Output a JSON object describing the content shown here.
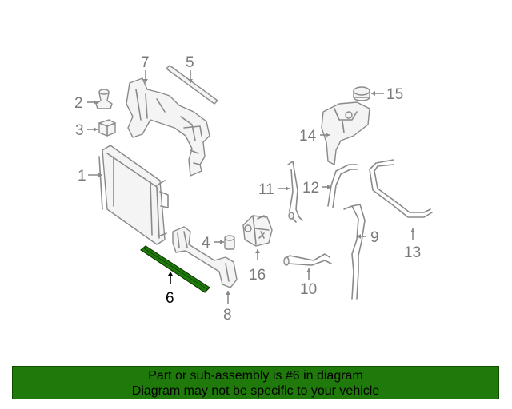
{
  "diagram": {
    "highlight_color": "#1f7a0b",
    "callouts": {
      "c1": "1",
      "c2": "2",
      "c3": "3",
      "c4": "4",
      "c5": "5",
      "c6": "6",
      "c7": "7",
      "c8": "8",
      "c9": "9",
      "c10": "10",
      "c11": "11",
      "c12": "12",
      "c13": "13",
      "c14": "14",
      "c15": "15",
      "c16": "16"
    }
  },
  "footer": {
    "line1": "Part or sub-assembly is #6 in diagram",
    "line2": "Diagram may not be specific to your vehicle",
    "background": "#1f7a0b"
  }
}
